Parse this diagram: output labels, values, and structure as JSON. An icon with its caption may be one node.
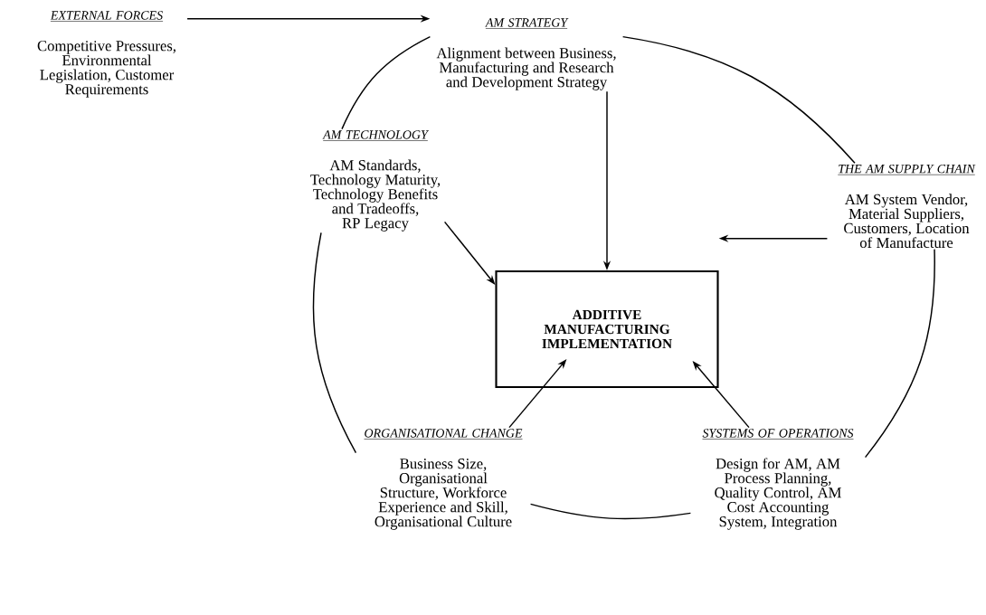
{
  "diagram": {
    "nodes": [
      {
        "text": [
          "EXTERNAL FORCES",
          "Competitive Pressures, Environmental Legislation, Customer Requirements"
        ]
      },
      {
        "text": [
          "AM STRATEGY",
          "Alignment between Business, Manufacturing and Research and Development Strategy"
        ]
      },
      {
        "text": [
          "AM TECHNOLOGY",
          "AM Standards, Technology Maturity, Technology Benefits and Tradeoffs, RP Legacy"
        ]
      },
      {
        "text": [
          "THE AM SUPPLY CHAIN",
          "AM System Vendor, Material Suppliers, Customers, Location of Manufacture"
        ]
      },
      {
        "text": [
          "ADDITIVE MANUFACTURING IMPLEMENTATION"
        ]
      },
      {
        "text": [
          "ORGANISATIONAL CHANGE",
          "Business Size, Organisational Structure, Workforce Experience and Skill, Organisational Culture"
        ]
      },
      {
        "text": [
          "SYSTEMS OF OPERATIONS",
          "Design for AM, AM Process Planning, Quality Control, AM Cost Accounting System, Integration"
        ]
      }
    ],
    "edges": [
      {
        "from": 0,
        "to": 1,
        "arrow": "to"
      },
      {
        "from": 1,
        "to": 4,
        "arrow": "to"
      },
      {
        "from": 2,
        "to": 4,
        "arrow": "to"
      },
      {
        "from": 3,
        "to": 4,
        "arrow": "to"
      },
      {
        "from": 5,
        "to": 4,
        "arrow": "to"
      },
      {
        "from": 6,
        "to": 4,
        "arrow": "to"
      },
      {
        "from": 2,
        "to": 1,
        "arrow": "none"
      },
      {
        "from": 1,
        "to": 3,
        "arrow": "none"
      },
      {
        "from": 3,
        "to": 6,
        "arrow": "none"
      },
      {
        "from": 6,
        "to": 5,
        "arrow": "none"
      },
      {
        "from": 5,
        "to": 2,
        "arrow": "none"
      }
    ]
  }
}
